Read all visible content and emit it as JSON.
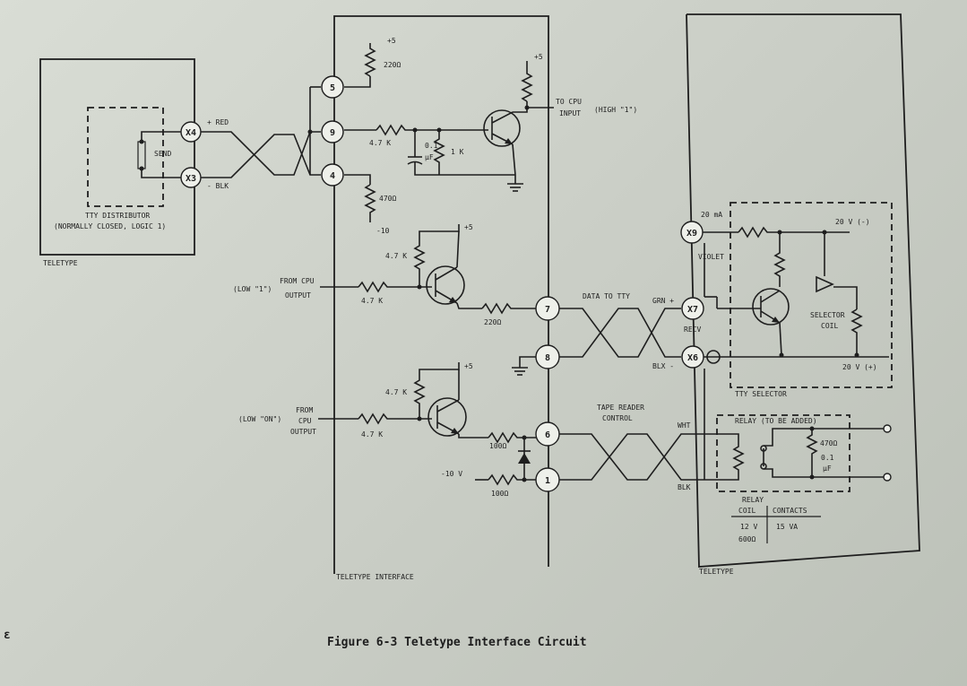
{
  "caption": "Figure 6-3  Teletype Interface Circuit",
  "page_mark": "ε",
  "blocks": {
    "teletype_left": "TELETYPE",
    "interface": "TELETYPE INTERFACE",
    "teletype_right": "TELETYPE",
    "tty_selector": "TTY SELECTOR",
    "relay": "RELAY (TO BE ADDED)"
  },
  "distributor": {
    "line1": "TTY DISTRIBUTOR",
    "line2": "(NORMALLY CLOSED, LOGIC 1)",
    "send": "SEND"
  },
  "terminals": {
    "x4": "X4",
    "x3": "X3",
    "x9": "X9",
    "x7": "X7",
    "x6": "X6",
    "t5": "5",
    "t9": "9",
    "t4": "4",
    "t7": "7",
    "t8": "8",
    "t6": "6",
    "t1": "1"
  },
  "wire_labels": {
    "red": "+ RED",
    "blk": "- BLK",
    "grn": "GRN +",
    "blx": "BLX -",
    "violet": "VIOLET",
    "wht": "WHT",
    "blk2": "BLK",
    "recv": "RECV"
  },
  "supplies": {
    "p5_a": "+5",
    "p5_b": "+5",
    "p5_c": "+5",
    "p5_d": "+5",
    "m10": "-10",
    "m10v": "-10 V",
    "v20_neg": "20 V (-)",
    "v20_pos": "20 V (+)",
    "ma20": "20 mA"
  },
  "components": {
    "r220_top": "220Ω",
    "r47k_in": "4.7 K",
    "c01": "0.1",
    "c01_u": "μF",
    "r1k": "1 K",
    "r470": "470Ω",
    "r47k_q2b": "4.7 K",
    "r47k_q2": "4.7 K",
    "r220_q2": "220Ω",
    "r47k_q3b": "4.7 K",
    "r47k_q3": "4.7 K",
    "r100_a": "100Ω",
    "r100_b": "100Ω",
    "r470_relay": "470Ω",
    "c01_relay": "0.1",
    "c01_relay_u": "μF"
  },
  "signals": {
    "to_cpu_1": "TO CPU",
    "to_cpu_2": "INPUT",
    "high1": "(HIGH \"1\")",
    "low1": "(LOW \"1\")",
    "from_cpu_1": "FROM CPU",
    "from_cpu_2": "OUTPUT",
    "low_on": "(LOW \"ON\")",
    "from_1": "FROM",
    "from_2": "CPU",
    "from_3": "OUTPUT",
    "data_to_tty": "DATA TO TTY",
    "tape_1": "TAPE READER",
    "tape_2": "CONTROL",
    "selector_1": "SELECTOR",
    "selector_2": "COIL"
  },
  "relay_table": {
    "title": "RELAY",
    "h_coil": "COIL",
    "h_contacts": "CONTACTS",
    "coil_v": "12 V",
    "coil_r": "600Ω",
    "contacts": "15 VA"
  }
}
